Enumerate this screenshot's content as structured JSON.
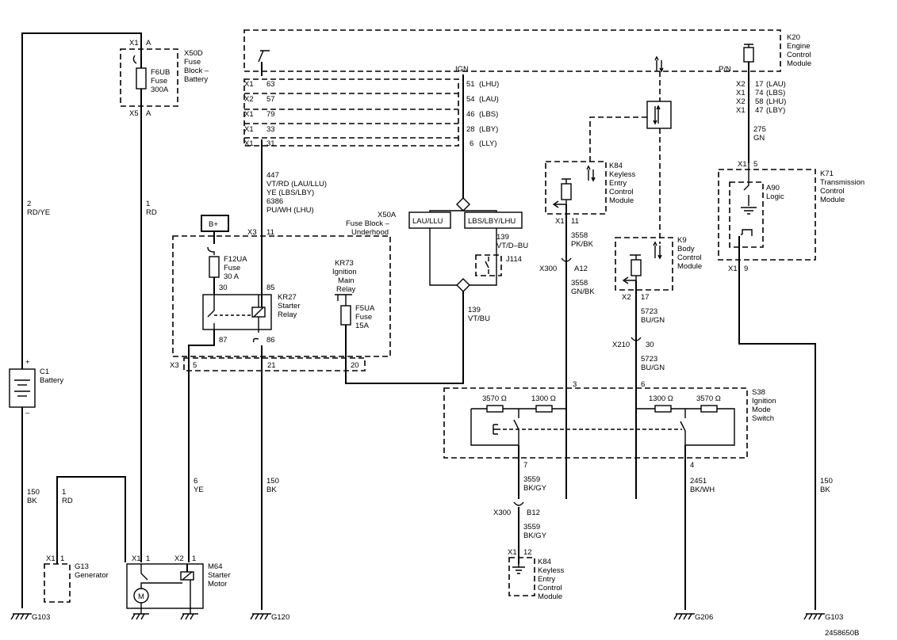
{
  "figure_id": "2458650B",
  "grounds": [
    {
      "id": "g103_left",
      "label": "G103"
    },
    {
      "id": "g120",
      "label": "G120"
    },
    {
      "id": "g206",
      "label": "G206"
    },
    {
      "id": "g103_right",
      "label": "G103"
    }
  ],
  "battery": {
    "name": "C1",
    "desc": "Battery",
    "plus": "+",
    "minus": "–"
  },
  "generator": {
    "name": "G13",
    "desc": "Generator",
    "conn": "X1",
    "pin": "1"
  },
  "starter_motor": {
    "name": "M64",
    "desc1": "Starter",
    "desc2": "Motor",
    "conn1": "X1",
    "pin1": "1",
    "conn2": "X2",
    "pin2": "1",
    "motor_symbol": "M"
  },
  "fuse_block_battery": {
    "name": "X50D",
    "l1": "Fuse",
    "l2": "Block –",
    "l3": "Battery",
    "top_conn": "X1",
    "top_pin": "A",
    "bot_conn": "X5",
    "bot_pin": "A",
    "fuse_name": "F6UB",
    "fuse_l1": "Fuse",
    "fuse_l2": "300A"
  },
  "fuse_block_underhood": {
    "name": "X50A",
    "l1": "Fuse Block –",
    "l2": "Underhood",
    "bplus": "B+",
    "top_conn": "X3",
    "top_pin": "11",
    "bot_conn": "X3",
    "bot_pin_a": "5",
    "bot_pin_b": "21",
    "bot_pin_c": "20"
  },
  "fuse_f12ua": {
    "name": "F12UA",
    "l1": "Fuse",
    "l2": "30 A"
  },
  "starter_relay": {
    "name": "KR27",
    "l1": "Starter",
    "l2": "Relay",
    "p30": "30",
    "p85": "85",
    "p87": "87",
    "p86": "86"
  },
  "ign_relay": {
    "name": "KR73",
    "l1": "Ignition",
    "l2": "Main",
    "l3": "Relay"
  },
  "fuse_f5ua": {
    "name": "F5UA",
    "l1": "Fuse",
    "l2": "15A"
  },
  "ecm": {
    "name": "K20",
    "l1": "Engine",
    "l2": "Control",
    "l3": "Module",
    "ign": "IGN",
    "pn": "P/N"
  },
  "ecm_left_pins": [
    {
      "conn": "X1",
      "pin": "63"
    },
    {
      "conn": "X2",
      "pin": "57"
    },
    {
      "conn": "X1",
      "pin": "79"
    },
    {
      "conn": "X1",
      "pin": "33"
    },
    {
      "conn": "X1",
      "pin": "31"
    }
  ],
  "ecm_right_pins": [
    {
      "pin": "51",
      "variant": "(LHU)"
    },
    {
      "pin": "54",
      "variant": "(LAU)"
    },
    {
      "pin": "46",
      "variant": "(LBS)"
    },
    {
      "pin": "28",
      "variant": "(LBY)"
    },
    {
      "pin": "6",
      "variant": "(LLY)"
    }
  ],
  "ecm_pn_pins": [
    {
      "conn": "X2",
      "pin": "17",
      "variant": "(LAU)"
    },
    {
      "conn": "X1",
      "pin": "74",
      "variant": "(LBS)"
    },
    {
      "conn": "X2",
      "pin": "58",
      "variant": "(LHU)"
    },
    {
      "conn": "X1",
      "pin": "47",
      "variant": "(LBY)"
    }
  ],
  "wire_447": {
    "l1": "447",
    "l2": "VT/RD (LAU/LLU)",
    "l3": "YE (LBS/LBY)",
    "l4": "6386",
    "l5": "PU/WH (LHU)"
  },
  "wire_2": {
    "circuit": "2",
    "color": "RD/YE"
  },
  "wire_1rd_top": {
    "circuit": "1",
    "color": "RD"
  },
  "wire_1rd_gen": {
    "circuit": "1",
    "color": "RD"
  },
  "wire_150_left": {
    "circuit": "150",
    "color": "BK"
  },
  "wire_6": {
    "circuit": "6",
    "color": "YE"
  },
  "wire_150_mid": {
    "circuit": "150",
    "color": "BK"
  },
  "wire_150_right": {
    "circuit": "150",
    "color": "BK"
  },
  "wire_275": {
    "circuit": "275",
    "color": "GN"
  },
  "wire_139a": {
    "circuit": "139",
    "color": "VT/D–BU"
  },
  "wire_139b": {
    "circuit": "139",
    "color": "VT/BU"
  },
  "wire_3558a": {
    "circuit": "3558",
    "color": "PK/BK"
  },
  "wire_3558b": {
    "circuit": "3558",
    "color": "GN/BK"
  },
  "wire_5723a": {
    "circuit": "5723",
    "color": "BU/GN"
  },
  "wire_5723b": {
    "circuit": "5723",
    "color": "BU/GN"
  },
  "wire_3559a": {
    "circuit": "3559",
    "color": "BK/GY"
  },
  "wire_3559b": {
    "circuit": "3559",
    "color": "BK/GY"
  },
  "wire_2451": {
    "circuit": "2451",
    "color": "BK/WH"
  },
  "jumper": {
    "name": "J114",
    "opt1": "LAU/LLU",
    "opt2": "LBS/LBY/LHU"
  },
  "keyless_top": {
    "name": "K84",
    "l1": "Keyless",
    "l2": "Entry",
    "l3": "Control",
    "l4": "Module",
    "conn": "X1",
    "pin": "11"
  },
  "keyless_bottom": {
    "name": "K84",
    "l1": "Keyless",
    "l2": "Entry",
    "l3": "Control",
    "l4": "Module",
    "conn": "X1",
    "pin": "12"
  },
  "bcm": {
    "name": "K9",
    "l1": "Body",
    "l2": "Control",
    "l3": "Module",
    "conn": "X2",
    "pin": "17"
  },
  "tcm": {
    "name": "K71",
    "l1": "Transmission",
    "l2": "Control",
    "l3": "Module",
    "logic_name": "A90",
    "logic_l1": "Logic",
    "top_conn": "X1",
    "top_pin": "5",
    "bot_conn": "X1",
    "bot_pin": "9"
  },
  "x300_a": {
    "conn": "X300",
    "pin": "A12"
  },
  "x300_b": {
    "conn": "X300",
    "pin": "B12"
  },
  "x210": {
    "conn": "X210",
    "pin": "30"
  },
  "ign_switch": {
    "name": "S38",
    "l1": "Ignition",
    "l2": "Mode",
    "l3": "Switch",
    "r1": "3570 Ω",
    "r2": "1300 Ω",
    "r3": "1300 Ω",
    "r4": "3570 Ω",
    "p3": "3",
    "p6": "6",
    "p7": "7",
    "p4": "4"
  }
}
